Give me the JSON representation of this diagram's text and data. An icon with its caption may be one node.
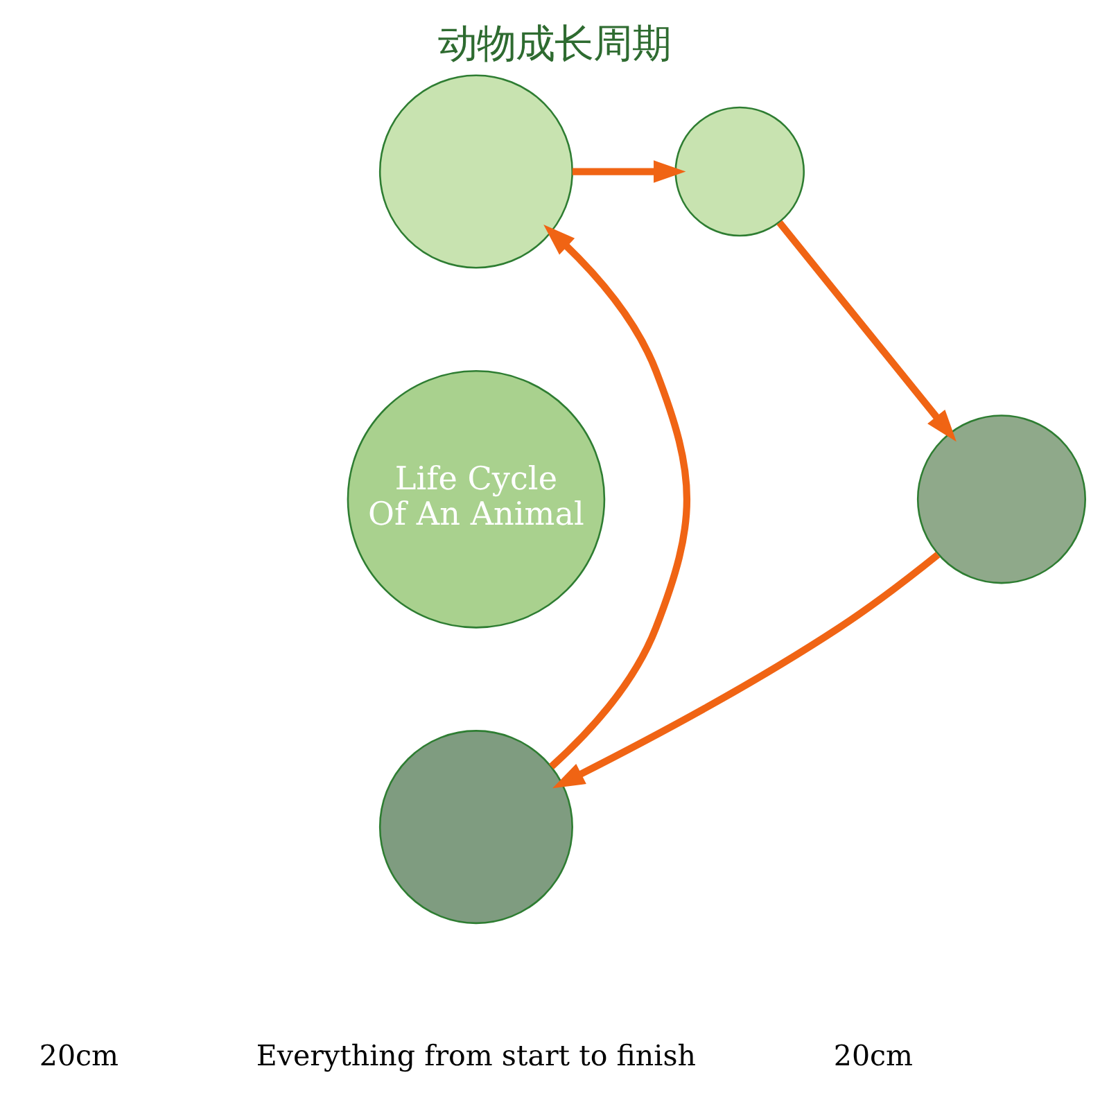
{
  "diagram": {
    "title": "动物成长周期",
    "nodes": [
      {
        "text": [],
        "shape": "circle"
      },
      {
        "text": [],
        "shape": "circle"
      },
      {
        "text": [
          "Life Cycle",
          "Of An Animal"
        ]
      },
      {
        "text": [],
        "shape": "circle"
      },
      {
        "text": [],
        "shape": "circle"
      }
    ],
    "edges": [
      {
        "from": 0,
        "to": 1,
        "arrow": "to"
      },
      {
        "from": 1,
        "to": 3,
        "arrow": "to"
      },
      {
        "from": 3,
        "to": 4,
        "arrow": "to"
      },
      {
        "from": 4,
        "to": 0,
        "arrow": "to"
      }
    ],
    "labels": [
      "20cm",
      "Everything from start to finish",
      "20cm"
    ]
  }
}
